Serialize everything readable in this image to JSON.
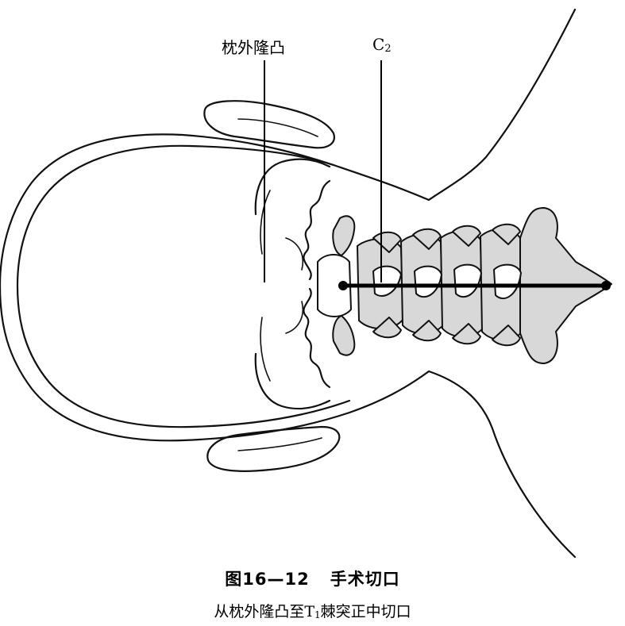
{
  "labels": {
    "occipital": "枕外隆凸",
    "c2_letter": "C",
    "c2_sub": "2"
  },
  "caption": {
    "title_fig": "图16—12",
    "title_text": "手术切口",
    "sub_before": "从枕外隆凸至T",
    "sub_index": "1",
    "sub_after": "棘突正中切口"
  },
  "colors": {
    "bone_fill": "#d8d8d8",
    "outline": "#111111",
    "incision": "#000000"
  },
  "icons": [
    "head-outline",
    "ear-icon",
    "cervical-vertebrae",
    "incision-line"
  ]
}
